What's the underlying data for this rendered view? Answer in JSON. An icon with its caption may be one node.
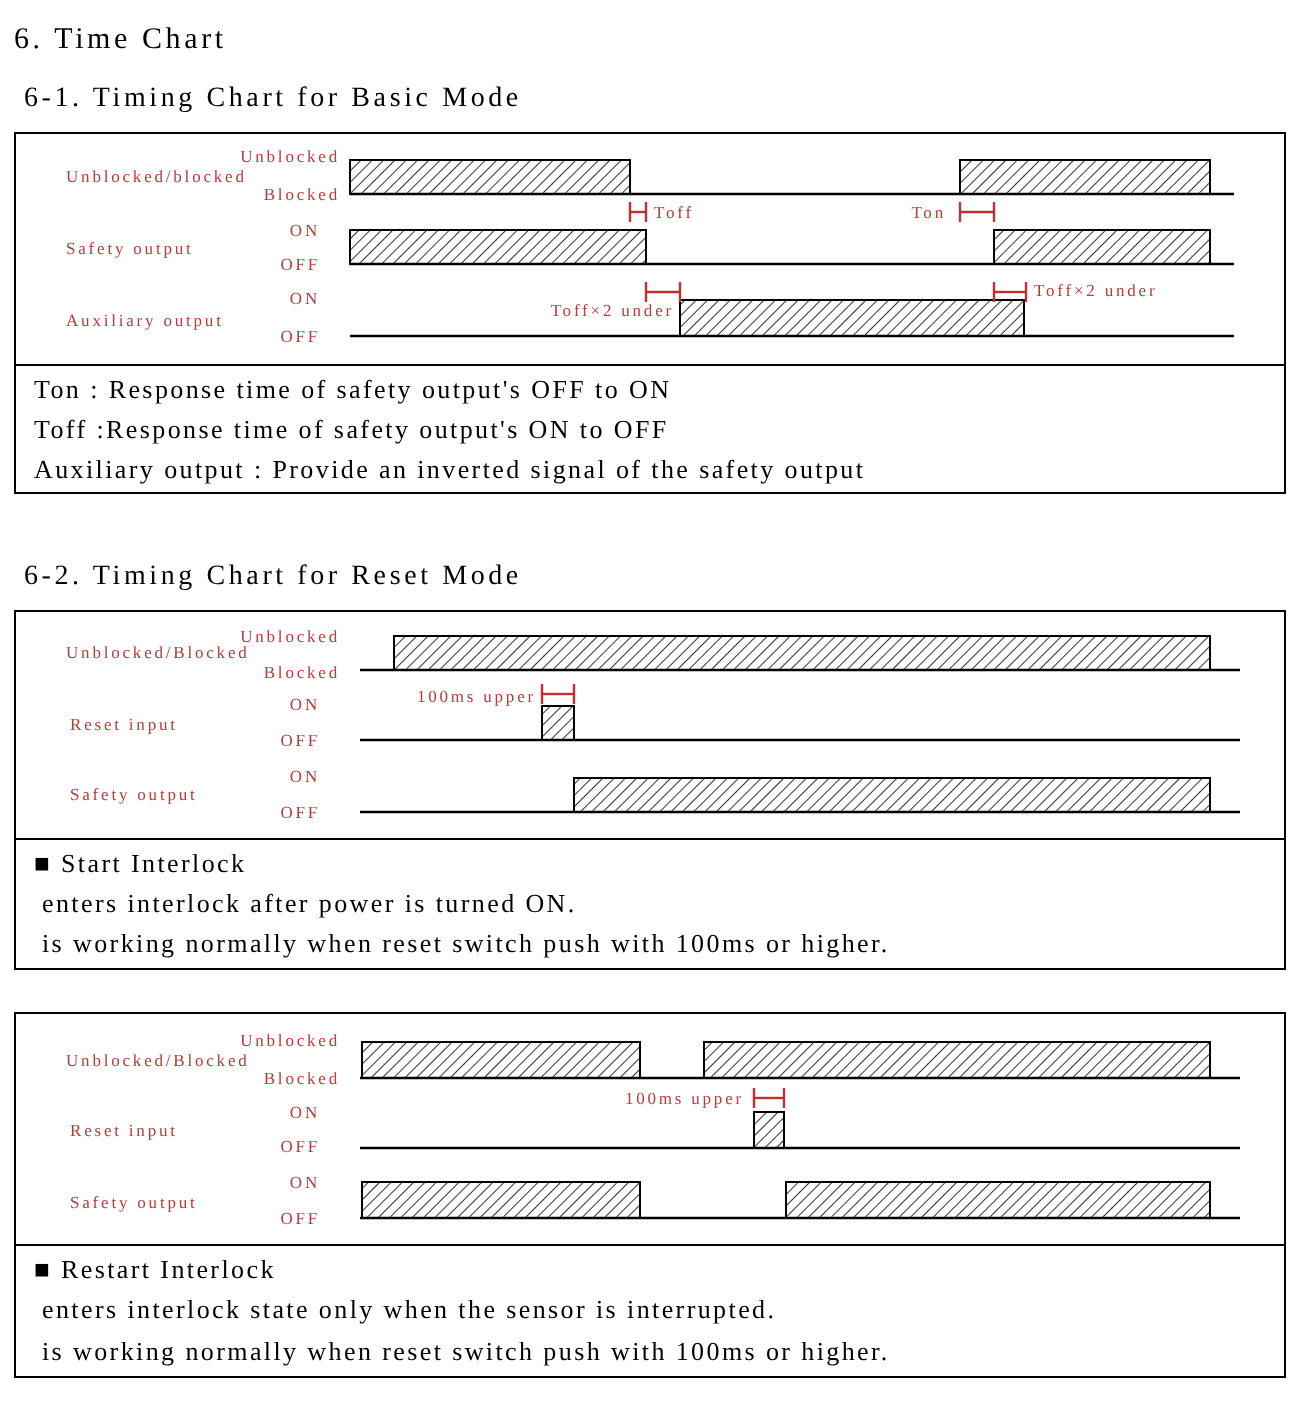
{
  "diagram": {
    "title": "6. Time Chart",
    "nodes": [
      {
        "text": [
          "6-1. Timing Chart for Basic Mode",
          "Ton : Response time of safety output's OFF to ON",
          "Toff :Response time of safety output's ON to OFF",
          "Auxiliary output : Provide an inverted signal of the safety output"
        ]
      },
      {
        "text": [
          "6-2. Timing Chart for Reset Mode",
          "■ Start Interlock",
          "enters interlock after power is turned ON.",
          "is working normally when reset switch push with 100ms or higher."
        ]
      },
      {
        "text": [
          "■ Restart Interlock",
          "enters interlock state only when the sensor is interrupted.",
          "is working normally when reset switch push with 100ms or higher."
        ]
      }
    ],
    "labels": [
      "Unblocked",
      "Unblocked/blocked",
      "Blocked",
      "Toff",
      "Ton",
      "ON",
      "Safety output",
      "OFF",
      "ON",
      "Toff×2 under",
      "Toff×2 under",
      "Auxiliary output",
      "OFF",
      "Unblocked",
      "Unblocked/Blocked",
      "Blocked",
      "100ms upper",
      "ON",
      "Reset input",
      "OFF",
      "ON",
      "Safety output",
      "OFF",
      "Unblocked",
      "Unblocked/Blocked",
      "Blocked",
      "100ms upper",
      "ON",
      "Reset input",
      "OFF",
      "ON",
      "Safety output",
      "OFF"
    ]
  }
}
